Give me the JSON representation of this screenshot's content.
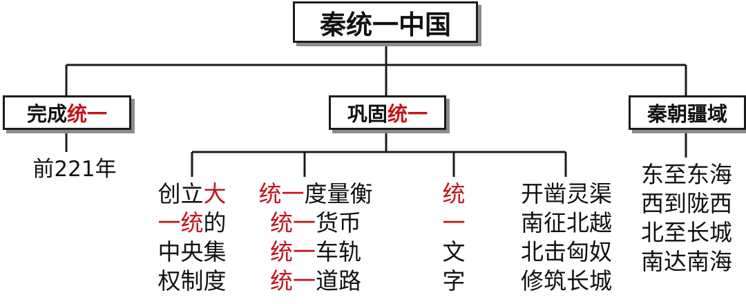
{
  "colors": {
    "accent": "#c0151b",
    "line": "#1a1a1a",
    "shadow": "#8c8c8c"
  },
  "root": {
    "title": "秦统一中国"
  },
  "branches": {
    "complete": {
      "part1": "完成",
      "part2": "统一",
      "leaf": "前221年"
    },
    "consolidate": {
      "part1": "巩固",
      "part2": "统一"
    },
    "territory": {
      "title": "秦朝疆域"
    }
  },
  "consolidate_items": {
    "a": {
      "l1_red": "大",
      "l1_black": "创立",
      "l2_red": "一统",
      "l2_black": "的",
      "l3": "中央集",
      "l4": "权制度"
    },
    "b": {
      "red": "统一",
      "r1": "度量衡",
      "r2": "货币",
      "r3": "车轨",
      "r4": "道路"
    },
    "c": {
      "l1": "统",
      "l2": "一",
      "l3": "文",
      "l4": "字"
    },
    "d": {
      "l1": "开凿灵渠",
      "l2": "南征北越",
      "l3": "北击匈奴",
      "l4": "修筑长城"
    }
  },
  "territory_items": [
    "东至东海",
    "西到陇西",
    "北至长城",
    "南达南海"
  ]
}
